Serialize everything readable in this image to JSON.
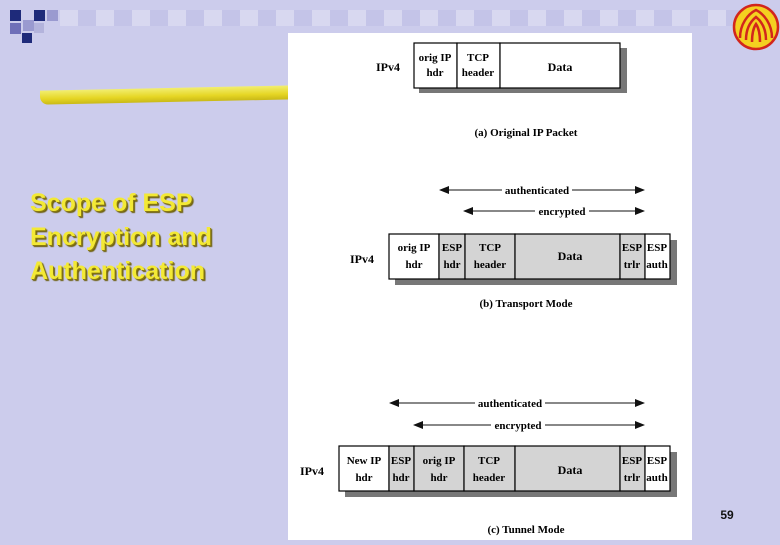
{
  "slide": {
    "title_lines": [
      "Scope of ESP",
      "Encryption and",
      "Authentication"
    ],
    "page_number": "59"
  },
  "diagram": {
    "a": {
      "row_label": "IPv4",
      "fields": [
        {
          "line1": "orig IP",
          "line2": "hdr"
        },
        {
          "line1": "TCP",
          "line2": "header"
        },
        {
          "line1": "Data",
          "line2": ""
        }
      ],
      "caption": "(a) Original IP Packet"
    },
    "b": {
      "authenticated": "authenticated",
      "encrypted": "encrypted",
      "row_label": "IPv4",
      "fields": [
        {
          "line1": "orig IP",
          "line2": "hdr"
        },
        {
          "line1": "ESP",
          "line2": "hdr"
        },
        {
          "line1": "TCP",
          "line2": "header"
        },
        {
          "line1": "Data",
          "line2": ""
        },
        {
          "line1": "ESP",
          "line2": "trlr"
        },
        {
          "line1": "ESP",
          "line2": "auth"
        }
      ],
      "caption": "(b) Transport Mode"
    },
    "c": {
      "authenticated": "authenticated",
      "encrypted": "encrypted",
      "row_label": "IPv4",
      "fields": [
        {
          "line1": "New IP",
          "line2": "hdr"
        },
        {
          "line1": "ESP",
          "line2": "hdr"
        },
        {
          "line1": "orig IP",
          "line2": "hdr"
        },
        {
          "line1": "TCP",
          "line2": "header"
        },
        {
          "line1": "Data",
          "line2": ""
        },
        {
          "line1": "ESP",
          "line2": "trlr"
        },
        {
          "line1": "ESP",
          "line2": "auth"
        }
      ],
      "caption": "(c) Tunnel Mode"
    }
  },
  "colors": {
    "background": "#ccccec",
    "title": "#f3e935",
    "bullet_dark": "#1e2a7a",
    "bullet_light": "#9a9ad0",
    "encrypted_fill": "#d4d4d4"
  }
}
